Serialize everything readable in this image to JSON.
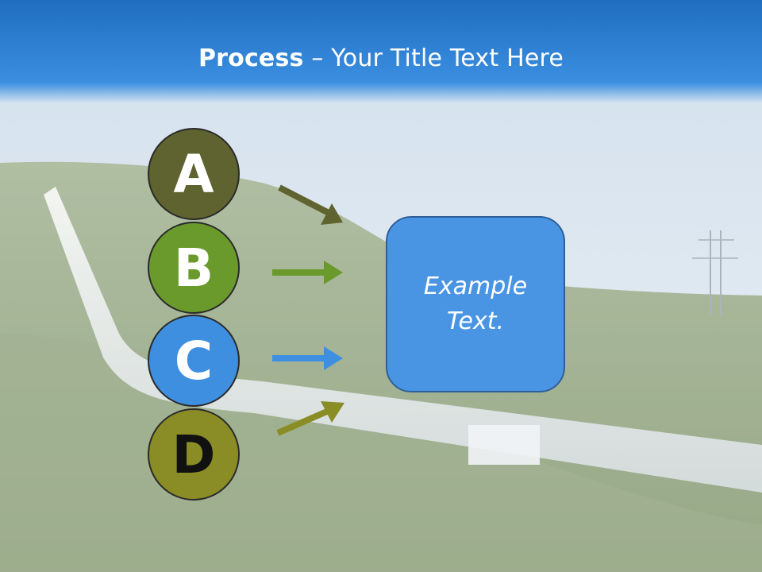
{
  "title": {
    "bold": "Process",
    "rest": " – Your Title Text Here"
  },
  "steps": [
    {
      "letter": "A",
      "fill": "#5f6330",
      "text_color": "#ffffff",
      "arrow_color": "#5f6330"
    },
    {
      "letter": "B",
      "fill": "#6a9a2c",
      "text_color": "#ffffff",
      "arrow_color": "#6a9a2c"
    },
    {
      "letter": "C",
      "fill": "#3f8fe0",
      "text_color": "#ffffff",
      "arrow_color": "#3f8fe0"
    },
    {
      "letter": "D",
      "fill": "#8a8c26",
      "text_color": "#111111",
      "arrow_color": "#8a8c26"
    }
  ],
  "box": {
    "text": "Example Text.",
    "fill": "#4a95e3"
  },
  "colors": {
    "title_bar_top": "#1f6ec0",
    "title_bar_bottom": "#3b8ee0"
  }
}
